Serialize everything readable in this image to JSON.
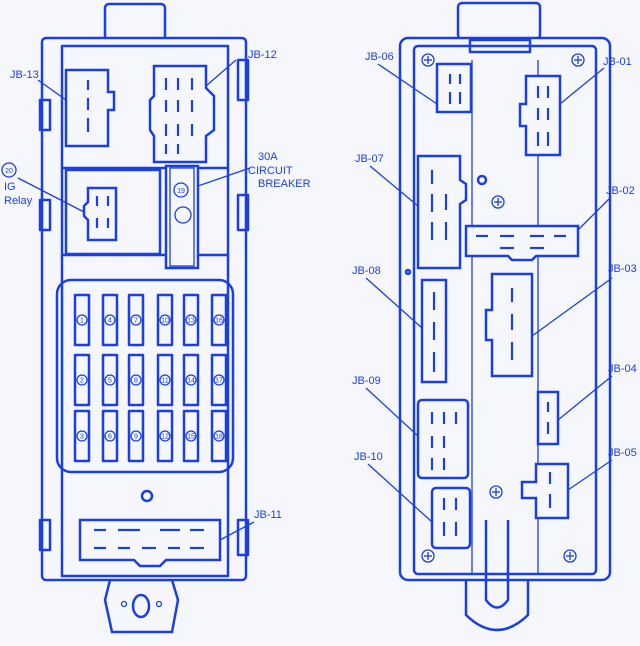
{
  "left_box": {
    "labels": {
      "jb13": "JB-13",
      "jb12": "JB-12",
      "jb11": "JB-11",
      "relay_num": "20",
      "relay_line1": "IG",
      "relay_line2": "Relay",
      "breaker_num": "19",
      "breaker_line1": "30A",
      "breaker_line2": "CIRCUIT",
      "breaker_line3": "BREAKER"
    },
    "fuses": [
      [
        "1",
        "2",
        "3"
      ],
      [
        "4",
        "5",
        "6"
      ],
      [
        "7",
        "8",
        "9"
      ],
      [
        "10",
        "11",
        "12"
      ],
      [
        "13",
        "14",
        "15"
      ],
      [
        "16",
        "17",
        "18"
      ]
    ]
  },
  "right_box": {
    "labels": {
      "jb06": "JB-06",
      "jb01": "JB-01",
      "jb07": "JB-07",
      "jb02": "JB-02",
      "jb08": "JB-08",
      "jb03": "JB-03",
      "jb09": "JB-09",
      "jb04": "JB-04",
      "jb05": "JB-05",
      "jb10": "JB-10"
    }
  },
  "colors": {
    "line": "#1b3fe0",
    "background": "#f5f7fd"
  }
}
